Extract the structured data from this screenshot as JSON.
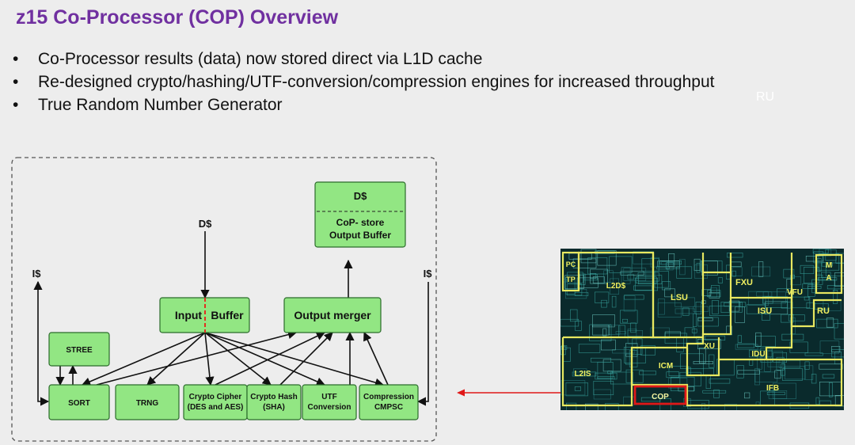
{
  "slide": {
    "title": "z15 Co-Processor (COP) Overview",
    "bullets": [
      "Co-Processor results (data) now stored direct via L1D cache",
      "Re-designed crypto/hashing/UTF-conversion/compression engines for increased throughput",
      "True Random Number Generator"
    ],
    "stray_text": "RU"
  },
  "diagram": {
    "dcache_top": "D$",
    "output_buffer": "CoP- store Output Buffer",
    "output_buffer_lines": [
      "CoP- store",
      "Output Buffer"
    ],
    "dcache_in": "D$",
    "icache_left": "I$",
    "icache_right": "I$",
    "input_buffer_left": "Input",
    "input_buffer_right": "Buffer",
    "output_merger": "Output merger",
    "stree": "STREE",
    "engines": [
      {
        "lines": [
          "SORT"
        ]
      },
      {
        "lines": [
          "TRNG"
        ]
      },
      {
        "lines": [
          "Crypto Cipher",
          "(DES and AES)"
        ]
      },
      {
        "lines": [
          "Crypto Hash",
          "(SHA)"
        ]
      },
      {
        "lines": [
          "UTF",
          "Conversion"
        ]
      },
      {
        "lines": [
          "Compression",
          "CMPSC"
        ]
      }
    ],
    "colors": {
      "box_fill": "#92e683",
      "box_stroke": "#2b6b2b",
      "buffer_split": "#e03020",
      "frame": "#555555"
    }
  },
  "die": {
    "labels": [
      "PC",
      "TP",
      "L2D$",
      "LSU",
      "FXU",
      "M",
      "A",
      "VFU",
      "ISU",
      "RU",
      "XU",
      "ICM",
      "IDU",
      "L2IS",
      "IFB",
      "COP"
    ],
    "colors": {
      "background": "#0a2a2c",
      "units": "#e8e860",
      "highlight": "#e01818",
      "label": "#f0f060"
    }
  }
}
